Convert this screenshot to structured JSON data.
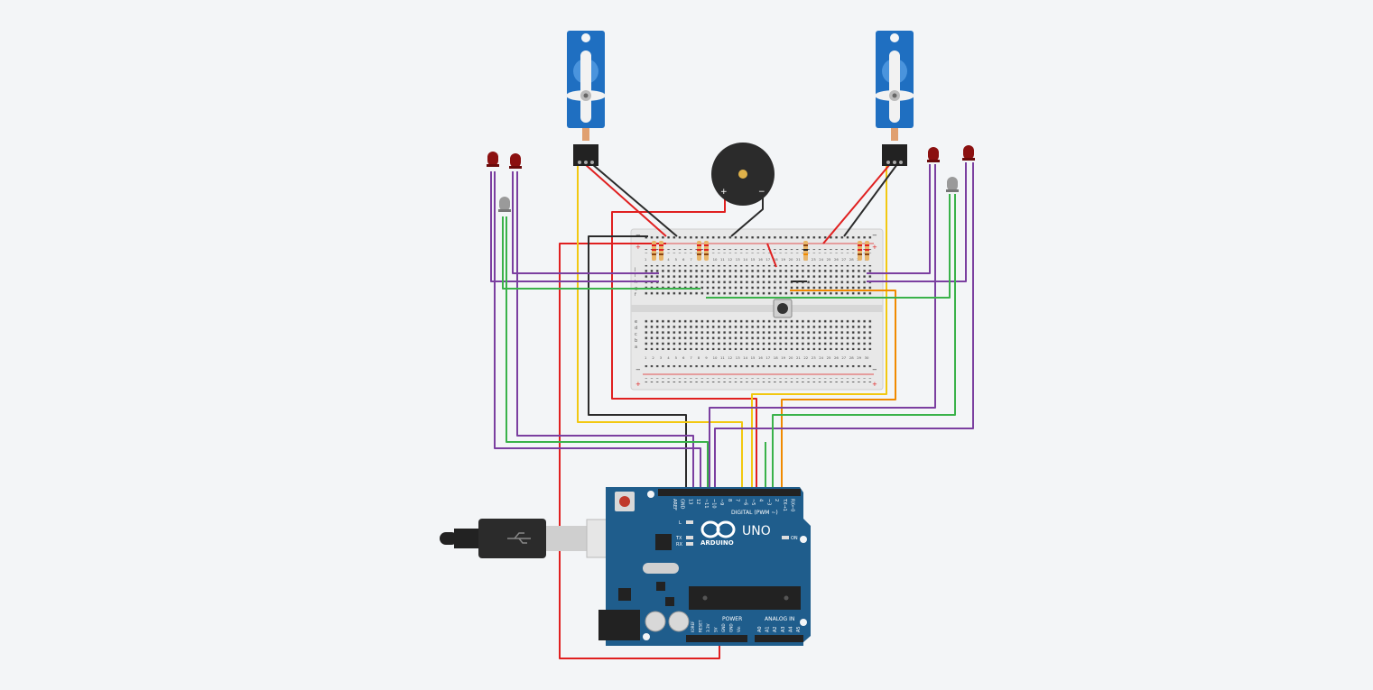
{
  "breadboard": {
    "top_col_numbers": [
      "1",
      "2",
      "3",
      "4",
      "5",
      "6",
      "7",
      "8",
      "9",
      "10",
      "11",
      "12",
      "13",
      "14",
      "15",
      "16",
      "17",
      "18",
      "19",
      "20",
      "21",
      "22",
      "23",
      "24",
      "25",
      "26",
      "27",
      "28",
      "29",
      "30"
    ],
    "rows_top": [
      "j",
      "i",
      "h",
      "g",
      "f"
    ],
    "rows_bottom": [
      "e",
      "d",
      "c",
      "b",
      "a"
    ],
    "rail_plus": "+",
    "rail_minus": "−"
  },
  "buzzer": {
    "plus": "+",
    "minus": "−"
  },
  "arduino": {
    "brand": "ARDUINO",
    "model": "UNO",
    "digital_label": "DIGITAL (PWM ~)",
    "power_label": "POWER",
    "analog_label": "ANALOG IN",
    "on_label": "ON",
    "led_labels": [
      "L",
      "TX",
      "RX"
    ],
    "top_pins": [
      "AREF",
      "GND",
      "13",
      "12",
      "~11",
      "~10",
      "~9",
      "8",
      "7",
      "~6",
      "~5",
      "4",
      "~3",
      "2",
      "TX→1",
      "RX←0"
    ],
    "power_pins": [
      "IOREF",
      "RESET",
      "3.3V",
      "5V",
      "GND",
      "GND",
      "Vin"
    ],
    "analog_pins": [
      "A0",
      "A1",
      "A2",
      "A3",
      "A4",
      "A5"
    ]
  },
  "colors": {
    "background": "#f3f5f7",
    "wire_red": "#e02020",
    "wire_black": "#2b2b2b",
    "wire_yellow": "#f2c811",
    "wire_purple": "#7b3fa0",
    "wire_green": "#3ab24a",
    "wire_orange": "#f08a00",
    "arduino_blue": "#1f5d8c",
    "servo_blue": "#1f6fc1",
    "led_red": "#8b1010"
  }
}
